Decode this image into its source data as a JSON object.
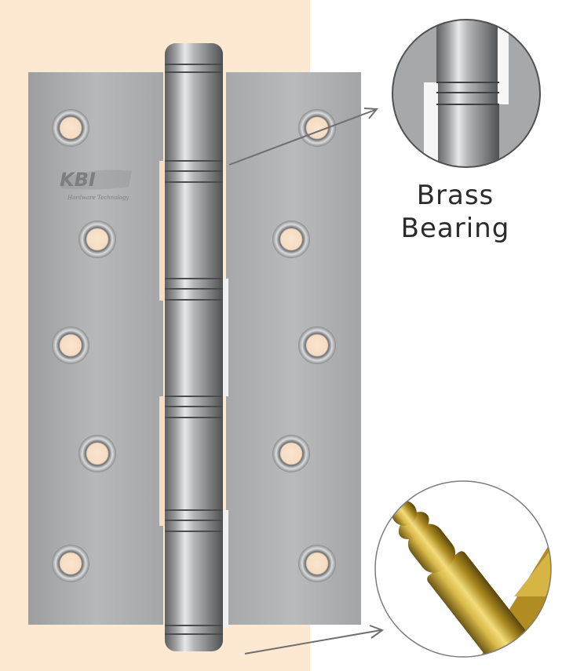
{
  "brand": {
    "logo_text": "KBI",
    "tagline": "Hardware Technology"
  },
  "callouts": {
    "bearing_caption_line1": "Brass",
    "bearing_caption_line2": "Bearing"
  },
  "icons": [
    "screw-hole-icon",
    "arrow-icon",
    "zoom-circle-icon"
  ],
  "colors": {
    "background_left": "#fde8d2",
    "steel": "#a9abad",
    "brass": "#c8a430"
  }
}
